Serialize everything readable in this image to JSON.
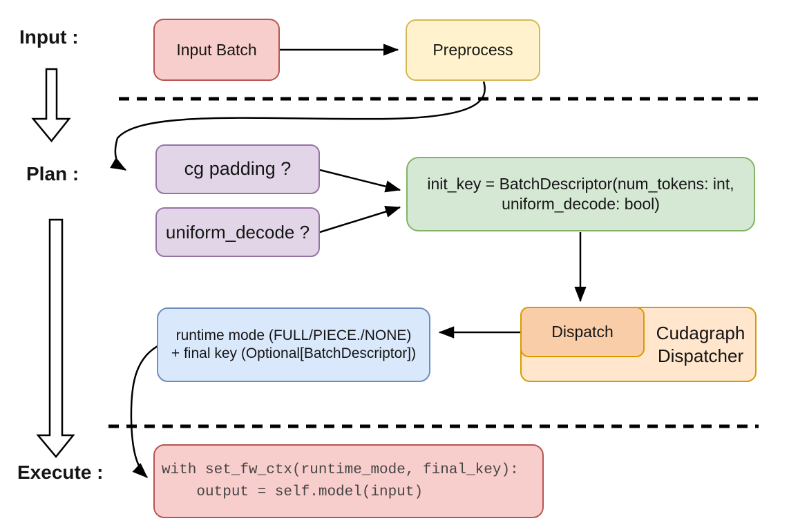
{
  "diagram": {
    "stages": {
      "input": "Input :",
      "plan": "Plan :",
      "execute": "Execute :"
    },
    "nodes": {
      "input_batch": "Input Batch",
      "preprocess": "Preprocess",
      "cg_padding": "cg padding ?",
      "uniform_decode": "uniform_decode ?",
      "init_key_line1": "init_key = BatchDescriptor(num_tokens: int,",
      "init_key_line2": "uniform_decode: bool)",
      "dispatch": "Dispatch",
      "dispatcher_line1": "Cudagraph",
      "dispatcher_line2": "Dispatcher",
      "runtime_line1": "runtime mode (FULL/PIECE./NONE)",
      "runtime_line2": "+ final key (Optional[BatchDescriptor])",
      "code_line1": "with set_fw_ctx(runtime_mode, final_key):",
      "code_line2": "    output = self.model(input)"
    },
    "colors": {
      "red_fill": "#f8cecc",
      "red_stroke": "#b85450",
      "yellow_fill": "#fff2cc",
      "yellow_stroke": "#d6b656",
      "purple_fill": "#e1d5e7",
      "purple_stroke": "#9673a6",
      "green_fill": "#d5e8d4",
      "green_stroke": "#82b366",
      "orange_fill": "#ffe6cc",
      "orange_inner_fill": "#f9cda8",
      "orange_stroke": "#d79b00",
      "blue_fill": "#dae8fc",
      "blue_stroke": "#6c8ebf",
      "connector": "#000000",
      "code_text": "#454545"
    },
    "connections": [
      {
        "from": "input_batch",
        "to": "preprocess"
      },
      {
        "from": "preprocess",
        "to": "cg_padding"
      },
      {
        "from": "cg_padding",
        "to": "init_key"
      },
      {
        "from": "uniform_decode",
        "to": "init_key"
      },
      {
        "from": "init_key",
        "to": "dispatch"
      },
      {
        "from": "dispatch",
        "to": "runtime_mode_final_key"
      },
      {
        "from": "runtime_mode_final_key",
        "to": "execute_code"
      },
      {
        "from": "stage_input",
        "to": "stage_plan"
      },
      {
        "from": "stage_plan",
        "to": "stage_execute"
      }
    ],
    "separators": [
      {
        "style": "dashed",
        "between": [
          "input",
          "plan"
        ]
      },
      {
        "style": "dashed",
        "between": [
          "plan",
          "execute"
        ]
      }
    ]
  }
}
